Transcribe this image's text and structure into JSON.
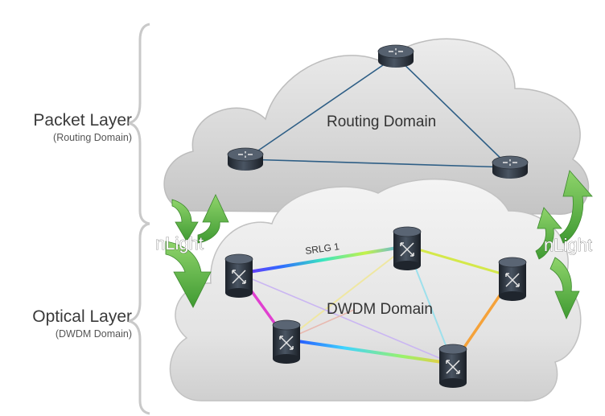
{
  "packet_layer": {
    "title": "Packet Layer",
    "subtitle": "(Routing Domain)"
  },
  "optical_layer": {
    "title": "Optical Layer",
    "subtitle": "(DWDM Domain)"
  },
  "routing_domain_label": "Routing Domain",
  "dwdm_domain_label": "DWDM Domain",
  "srlg_label": "SRLG 1",
  "nlight_left": "nLight",
  "nlight_right": "nLight",
  "colors": {
    "arrow_green": "#5db246",
    "router_link": "#2f5f86",
    "node_body": "#2c3440"
  }
}
